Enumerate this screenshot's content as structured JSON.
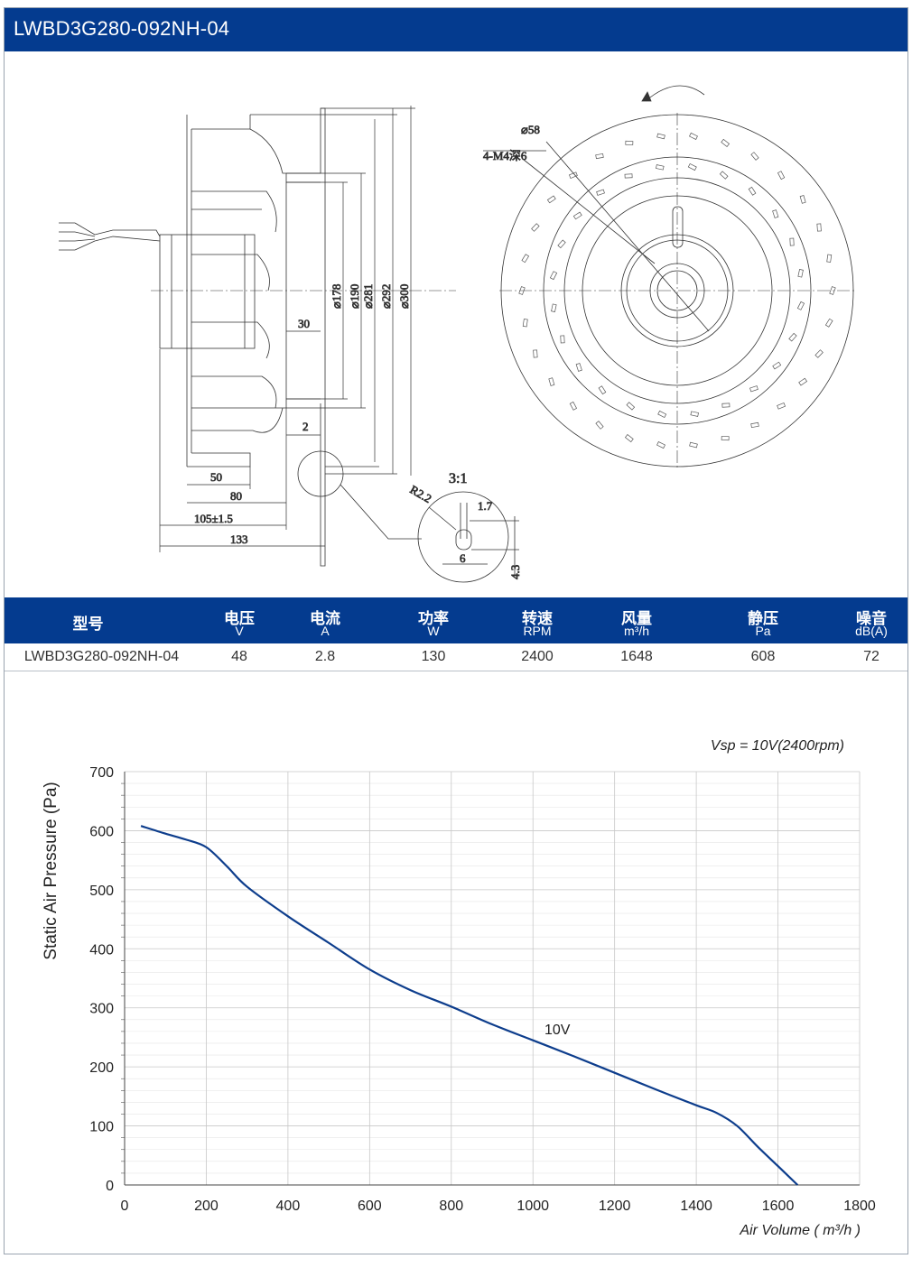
{
  "title": "LWBD3G280-092NH-04",
  "drawing": {
    "side_dims": {
      "d178": "⌀178",
      "d190": "⌀190",
      "d281": "⌀281",
      "d292": "⌀292",
      "d300": "⌀300",
      "w30": "30",
      "w2": "2",
      "w50": "50",
      "w80": "80",
      "w105": "105±1.5",
      "w133": "133"
    },
    "front_dims": {
      "d58": "⌀58",
      "mount": "4-M4深6"
    },
    "detail": {
      "scale": "3:1",
      "r": "R2.2",
      "w17": "1.7",
      "w6": "6",
      "h43": "4.3"
    }
  },
  "table": {
    "headers": [
      {
        "l1": "型号",
        "l2": ""
      },
      {
        "l1": "电压",
        "l2": "V"
      },
      {
        "l1": "电流",
        "l2": "A"
      },
      {
        "l1": "功率",
        "l2": "W"
      },
      {
        "l1": "转速",
        "l2": "RPM"
      },
      {
        "l1": "风量",
        "l2": "m³/h"
      },
      {
        "l1": "静压",
        "l2": "Pa"
      },
      {
        "l1": "噪音",
        "l2": "dB(A)"
      }
    ],
    "row": [
      "LWBD3G280-092NH-04",
      "48",
      "2.8",
      "130",
      "2400",
      "1648",
      "608",
      "72"
    ]
  },
  "chart_data": {
    "type": "line",
    "title": "Vsp = 10V(2400rpm)",
    "xlabel": "Air Volume ( m³/h )",
    "ylabel": "Static Air Pressure  (Pa)",
    "xlim": [
      0,
      1800
    ],
    "ylim": [
      0,
      700
    ],
    "xticks": [
      0,
      200,
      400,
      600,
      800,
      1000,
      1200,
      1400,
      1600,
      1800
    ],
    "yticks": [
      0,
      100,
      200,
      300,
      400,
      500,
      600,
      700
    ],
    "grid": true,
    "color": "#0d3d8c",
    "series": [
      {
        "name": "10V",
        "x": [
          40,
          100,
          150,
          200,
          250,
          300,
          400,
          500,
          600,
          700,
          800,
          900,
          1000,
          1100,
          1200,
          1300,
          1400,
          1450,
          1500,
          1550,
          1600,
          1648
        ],
        "y": [
          608,
          595,
          585,
          572,
          540,
          505,
          455,
          410,
          365,
          330,
          302,
          272,
          245,
          218,
          190,
          162,
          135,
          122,
          100,
          65,
          32,
          0
        ]
      }
    ]
  }
}
